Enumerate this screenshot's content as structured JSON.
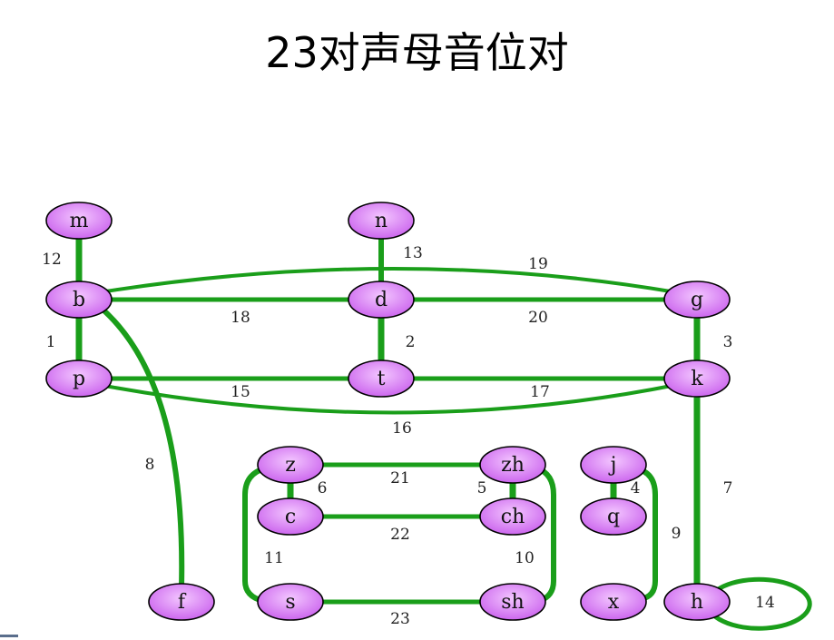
{
  "title": "23对声母音位对",
  "colors": {
    "edge": "#1a9e1a",
    "node_fill_center": "#f3c6ff",
    "node_fill_edge": "#cc66ee",
    "node_stroke": "#000000"
  },
  "nodes": [
    {
      "id": "m",
      "label": "m"
    },
    {
      "id": "n",
      "label": "n"
    },
    {
      "id": "b",
      "label": "b"
    },
    {
      "id": "d",
      "label": "d"
    },
    {
      "id": "g",
      "label": "g"
    },
    {
      "id": "p",
      "label": "p"
    },
    {
      "id": "t",
      "label": "t"
    },
    {
      "id": "k",
      "label": "k"
    },
    {
      "id": "z",
      "label": "z"
    },
    {
      "id": "zh",
      "label": "zh"
    },
    {
      "id": "c",
      "label": "c"
    },
    {
      "id": "ch",
      "label": "ch"
    },
    {
      "id": "j",
      "label": "j"
    },
    {
      "id": "q",
      "label": "q"
    },
    {
      "id": "f",
      "label": "f"
    },
    {
      "id": "s",
      "label": "s"
    },
    {
      "id": "sh",
      "label": "sh"
    },
    {
      "id": "x",
      "label": "x"
    },
    {
      "id": "h",
      "label": "h"
    }
  ],
  "edges": [
    {
      "id": "e1",
      "from": "b",
      "to": "p",
      "label": "1"
    },
    {
      "id": "e2",
      "from": "d",
      "to": "t",
      "label": "2"
    },
    {
      "id": "e3",
      "from": "g",
      "to": "k",
      "label": "3"
    },
    {
      "id": "e4",
      "from": "j",
      "to": "q",
      "label": "4"
    },
    {
      "id": "e5",
      "from": "zh",
      "to": "ch",
      "label": "5"
    },
    {
      "id": "e6",
      "from": "z",
      "to": "c",
      "label": "6"
    },
    {
      "id": "e7",
      "from": "k",
      "to": "h",
      "label": "7"
    },
    {
      "id": "e8",
      "from": "b",
      "to": "f",
      "label": "8"
    },
    {
      "id": "e9",
      "from": "j",
      "to": "x",
      "label": "9"
    },
    {
      "id": "e10",
      "from": "zh",
      "to": "sh",
      "label": "10"
    },
    {
      "id": "e11",
      "from": "z",
      "to": "s",
      "label": "11"
    },
    {
      "id": "e12",
      "from": "m",
      "to": "b",
      "label": "12"
    },
    {
      "id": "e13",
      "from": "n",
      "to": "d",
      "label": "13"
    },
    {
      "id": "e14",
      "from": "h",
      "to": "h",
      "label": "14"
    },
    {
      "id": "e15",
      "from": "p",
      "to": "t",
      "label": "15"
    },
    {
      "id": "e16",
      "from": "p",
      "to": "k",
      "label": "16"
    },
    {
      "id": "e17",
      "from": "t",
      "to": "k",
      "label": "17"
    },
    {
      "id": "e18",
      "from": "b",
      "to": "d",
      "label": "18"
    },
    {
      "id": "e19",
      "from": "b",
      "to": "g",
      "label": "19"
    },
    {
      "id": "e20",
      "from": "d",
      "to": "g",
      "label": "20"
    },
    {
      "id": "e21",
      "from": "z",
      "to": "zh",
      "label": "21"
    },
    {
      "id": "e22",
      "from": "c",
      "to": "ch",
      "label": "22"
    },
    {
      "id": "e23",
      "from": "s",
      "to": "sh",
      "label": "23"
    }
  ]
}
